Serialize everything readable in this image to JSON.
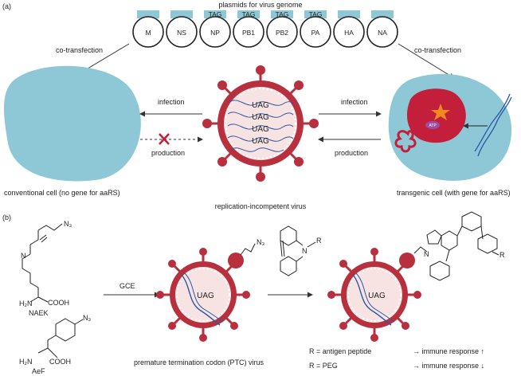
{
  "panel_a": {
    "label": "(a)",
    "plasmids_title": "plasmids for virus genome",
    "plasmids": [
      {
        "name": "M",
        "tag": ""
      },
      {
        "name": "NS",
        "tag": ""
      },
      {
        "name": "NP",
        "tag": "TAG"
      },
      {
        "name": "PB1",
        "tag": "TAG"
      },
      {
        "name": "PB2",
        "tag": "TAG"
      },
      {
        "name": "PA",
        "tag": "TAG"
      },
      {
        "name": "HA",
        "tag": ""
      },
      {
        "name": "NA",
        "tag": ""
      }
    ],
    "cotransfection_left": "co-transfection",
    "cotransfection_right": "co-transfection",
    "infection_left": "infection",
    "infection_right": "infection",
    "production_left": "production",
    "production_right": "production",
    "uag": "UAG",
    "atp": "ATP",
    "conventional_cell": "conventional cell (no gene for aaRS)",
    "virus_label": "replication-incompetent virus",
    "transgenic_cell": "transgenic cell (with gene for aaRS)"
  },
  "panel_b": {
    "label": "(b)",
    "naek": "NAEK",
    "aef": "AeF",
    "h2n": "H₂N",
    "cooh": "COOH",
    "n3": "N₃",
    "gce": "GCE",
    "uag": "UAG",
    "ptc_label": "premature termination codon (PTC) virus",
    "r": "R",
    "n": "N",
    "legend": [
      {
        "text": "R = antigen peptide",
        "result": "→ immune response ↑"
      },
      {
        "text": "R = PEG",
        "result": "→ immune response ↓"
      }
    ]
  },
  "colors": {
    "cell": "#8ec8d6",
    "virus": "#b82f3e",
    "rna": "#2a56a6",
    "tag": "#8ec8d6",
    "ribosome": "#c41f3a",
    "star": "#f08a1e",
    "atp": "#9b4fa3"
  }
}
